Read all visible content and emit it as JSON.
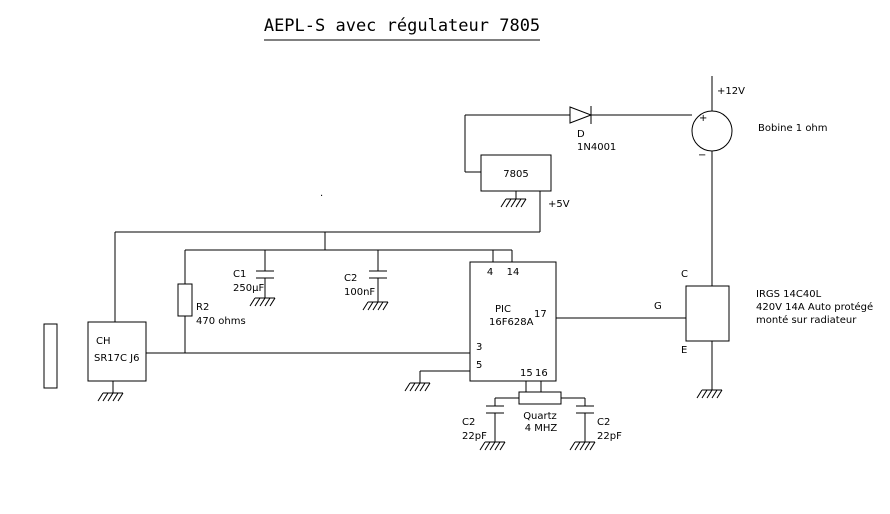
{
  "title": "AEPL-S avec régulateur 7805",
  "power": {
    "v12": "+12V",
    "v5": "+5V"
  },
  "bobine": {
    "label": "Bobine 1 ohm",
    "plus": "+",
    "minus": "−"
  },
  "diode": {
    "ref": "D",
    "part": "1N4001"
  },
  "regulator": {
    "part": "7805"
  },
  "c1": {
    "ref": "C1",
    "value": "250µF"
  },
  "c2": {
    "ref": "C2",
    "value": "100nF"
  },
  "r2": {
    "ref": "R2",
    "value": "470 ohms"
  },
  "pic": {
    "ref": "PIC",
    "part": "16F628A",
    "pins": {
      "p4": "4",
      "p14": "14",
      "p17": "17",
      "p3": "3",
      "p5": "5",
      "p15": "15",
      "p16": "16"
    }
  },
  "quartz": {
    "line1": "Quartz",
    "line2": "4 MHZ"
  },
  "c_osc_left": {
    "ref": "C2",
    "value": "22pF"
  },
  "c_osc_right": {
    "ref": "C2",
    "value": "22pF"
  },
  "ch": {
    "line1": "CH",
    "line2": "SR17C J6"
  },
  "igbt": {
    "part": "IRGS 14C40L",
    "desc1": "420V 14A Auto protégé",
    "desc2": "monté sur radiateur",
    "gate": "G",
    "collector": "C",
    "emitter": "E"
  },
  "misc": {
    "dot": "."
  }
}
